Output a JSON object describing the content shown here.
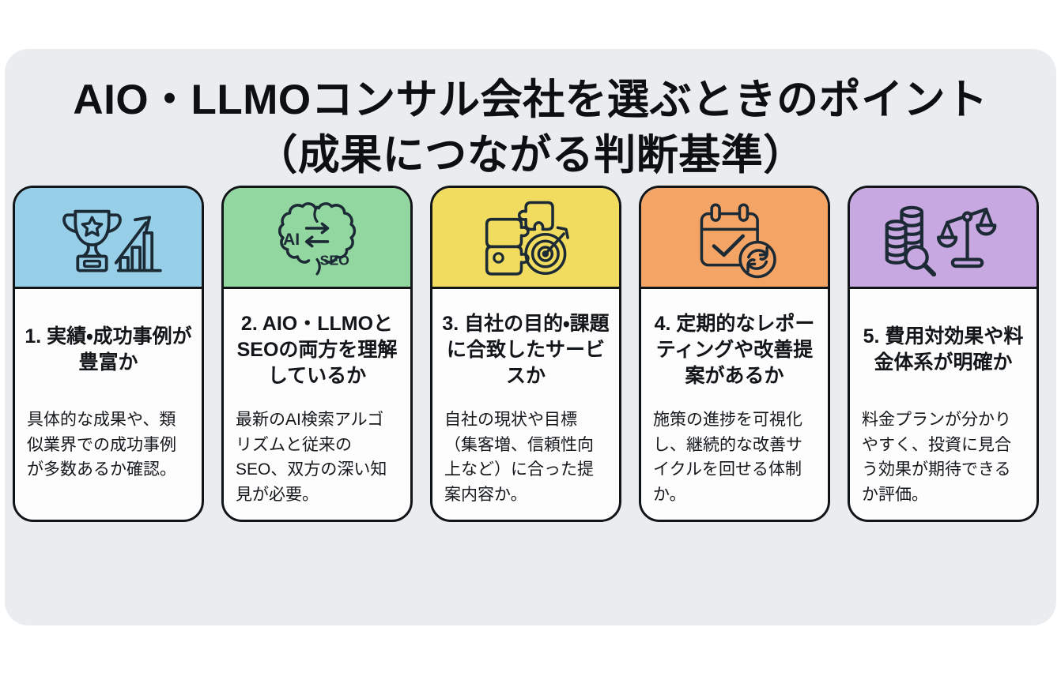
{
  "page": {
    "title": "AIO・LLMOコンサル会社を選ぶときのポイント",
    "subtitle": "（成果につながる判断基準）",
    "background_color": "#ffffff",
    "panel_color": "#e9edf0",
    "card_border_color": "#121518",
    "icon_stroke_color": "#1b2a35"
  },
  "cards": [
    {
      "number": "1",
      "icon": "trophy-growth-icon",
      "header_color": "#97cfe9",
      "title": "1. 実績・成功事例が豊富か",
      "body": "具体的な成果や、類似業界での成功事例が多数あるか確認。"
    },
    {
      "number": "2",
      "icon": "ai-seo-brain-icon",
      "header_color": "#93d7a0",
      "icon_labels": {
        "left": "AI",
        "right": "SEO"
      },
      "title": "2. AIO・LLMOとSEOの両方を理解しているか",
      "body": "最新のAI検索アルゴリズムと従来のSEO、双方の深い知見が必要。"
    },
    {
      "number": "3",
      "icon": "puzzle-target-icon",
      "header_color": "#f2dc60",
      "title": "3. 自社の目的・課題に合致したサービスか",
      "body": "自社の現状や目標（集客増、信頼性向上など）に合った提案内容か。"
    },
    {
      "number": "4",
      "icon": "calendar-refresh-icon",
      "header_color": "#f4a565",
      "title": "4. 定期的なレポーティングや改善提案があるか",
      "body": "施策の進捗を可視化し、継続的な改善サイクルを回せる体制か。"
    },
    {
      "number": "5",
      "icon": "coins-scale-icon",
      "header_color": "#c7a8e0",
      "title": "5. 費用対効果や料金体系が明確か",
      "body": "料金プランが分かりやすく、投資に見合う効果が期待できるか評価。"
    }
  ]
}
